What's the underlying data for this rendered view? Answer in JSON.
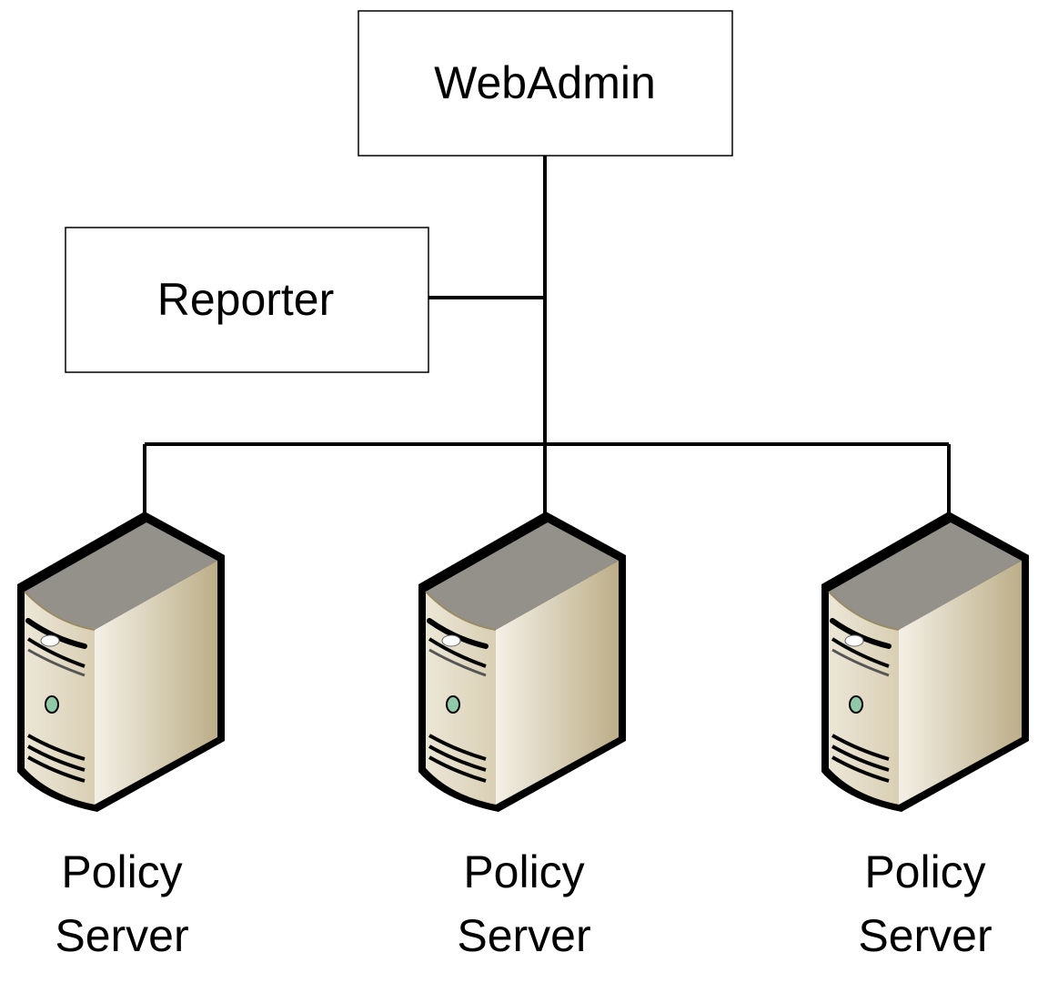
{
  "nodes": {
    "webadmin": {
      "label": "WebAdmin"
    },
    "reporter": {
      "label": "Reporter"
    }
  },
  "servers": [
    {
      "line1": "Policy",
      "line2": "Server"
    },
    {
      "line1": "Policy",
      "line2": "Server"
    },
    {
      "line1": "Policy",
      "line2": "Server"
    }
  ],
  "colors": {
    "outline": "#000000",
    "server_front": "#e8e0cc",
    "server_side": "#c7b896",
    "server_top": "#f3eee2",
    "led": "#8fc9a8"
  }
}
